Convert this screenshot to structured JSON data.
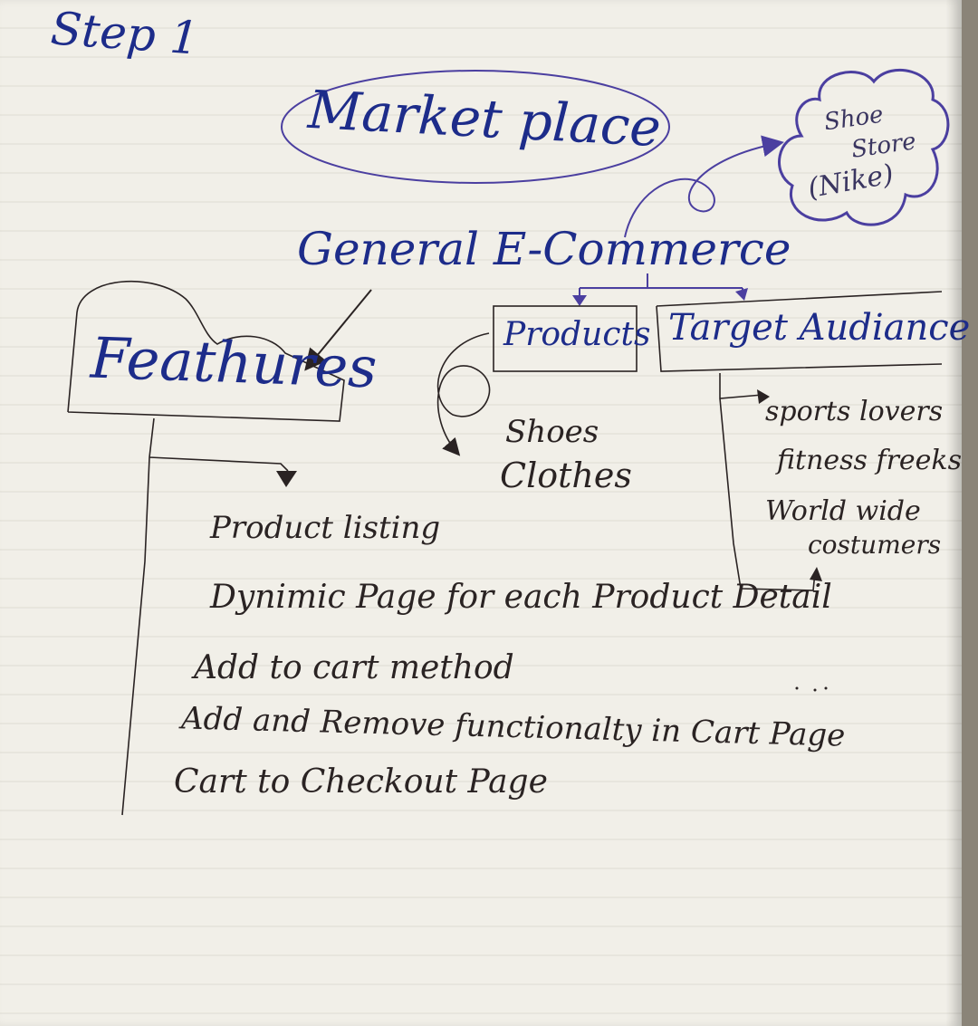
{
  "step": "Step 1",
  "title": "Market place",
  "subtitle": "General E-Commerce",
  "example_store": {
    "line1": "Shoe",
    "line2": "Store",
    "line3": "(Nike)"
  },
  "branches": {
    "features": {
      "label": "Feathures",
      "items": [
        "Product listing",
        "Dynimic Page for each Product Detail",
        "Add to cart method",
        "Add and Remove functionalty in Cart Page",
        "Cart to Checkout Page"
      ]
    },
    "products": {
      "label": "Products",
      "items": [
        "Shoes",
        "Clothes"
      ]
    },
    "target_audience": {
      "label": "Target Audiance",
      "items": [
        "sports lovers",
        "fitness freeks",
        "World wide",
        "costumers"
      ]
    }
  },
  "colors": {
    "blue_ink": "#1d2c8a",
    "black_ink": "#2a2323",
    "purple_ink": "#4b3fa0",
    "paper": "#f1efe8"
  }
}
